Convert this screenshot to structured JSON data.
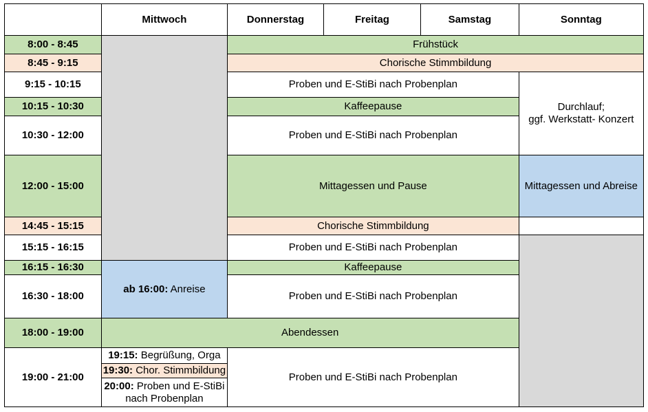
{
  "colors": {
    "green": "#c5e0b3",
    "peach": "#fbe5d5",
    "blue": "#bdd6ee",
    "gray": "#d9d9d9",
    "border": "#000000"
  },
  "header": {
    "corner": "",
    "days": [
      "Mittwoch",
      "Donnerstag",
      "Freitag",
      "Samstag",
      "Sonntag"
    ]
  },
  "times": [
    "8:00 - 8:45",
    "8:45 - 9:15",
    "9:15 - 10:15",
    "10:15 - 10:30",
    "10:30 - 12:00",
    "12:00 - 15:00",
    "14:45 - 15:15",
    "15:15 - 16:15",
    "16:15 - 16:30",
    "16:30 - 18:00",
    "18:00 - 19:00",
    "19:00 - 21:00"
  ],
  "events": {
    "breakfast": "Frühstück",
    "choral_warmup": "Chorische Stimmbildung",
    "rehearsal": "Proben und E-StiBi nach Probenplan",
    "coffee_break": "Kaffeepause",
    "lunch_break": "Mittagessen und Pause",
    "dinner": "Abendessen",
    "sunday_runthrough_line1": "Durchlauf;",
    "sunday_runthrough_line2": "ggf. Werkstatt- Konzert",
    "sunday_lunch_departure": "Mittagessen und Abreise",
    "wednesday_arrival": {
      "time": "ab 16:00:",
      "text": "Anreise"
    },
    "wednesday_evening": [
      {
        "time": "19:15:",
        "text": "Begrüßung, Orga"
      },
      {
        "time": "19:30:",
        "text": "Chor. Stimmbildung"
      },
      {
        "time": "20:00:",
        "text": "Proben und E-StiBi nach Probenplan"
      }
    ]
  }
}
